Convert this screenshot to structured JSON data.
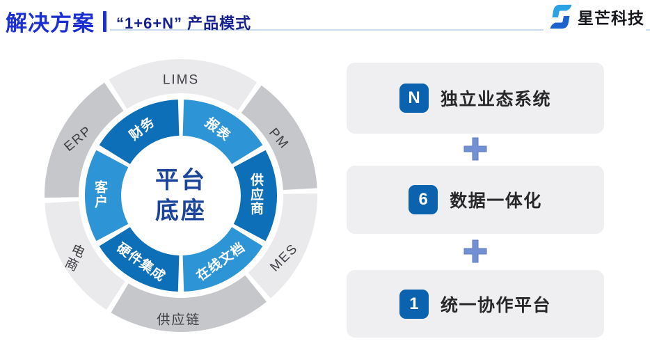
{
  "header": {
    "title": "解决方案",
    "subtitle": "“1+6+N” 产品模式",
    "logo_text": "星芒科技"
  },
  "colors": {
    "header_primary": "#1c2fd0",
    "header_secondary": "#16208f",
    "header_underline": "#c9d9ef",
    "wheel_blue_dark": "#0d6fb8",
    "wheel_blue_light": "#2d95d5",
    "wheel_gray_light": "#eaeaed",
    "wheel_gray_dark": "#c6c7cb",
    "center_text": "#1b459b",
    "badge_bg": "#0b63b0",
    "plus": "#7390d3",
    "box_bg": "#efeff1",
    "box_text": "#27272a"
  },
  "wheel": {
    "center": {
      "line1": "平台",
      "line2": "底座"
    },
    "outer_ring": [
      {
        "id": "lims",
        "label": "LIMS",
        "from": -33,
        "to": 35,
        "shade": "gray-light",
        "label_angle": 0,
        "label_radius": 165,
        "rotate": 0
      },
      {
        "id": "pm",
        "label": "PM",
        "from": 35,
        "to": 88,
        "shade": "gray-dark",
        "label_angle": 60,
        "label_radius": 162,
        "rotate": 50
      },
      {
        "id": "mes",
        "label": "MES",
        "from": 88,
        "to": 140,
        "shade": "gray-light",
        "label_angle": 121,
        "label_radius": 174,
        "rotate": -45
      },
      {
        "id": "supply-chain",
        "label": "供应链",
        "from": 140,
        "to": 212,
        "shade": "gray-dark",
        "label_angle": 181,
        "label_radius": 180,
        "rotate": 0
      },
      {
        "id": "ecommerce",
        "label": "电商",
        "from": 212,
        "to": 268,
        "shade": "gray-light",
        "label_angle": 239,
        "label_radius": 177,
        "rotate": 25,
        "vertical": true
      },
      {
        "id": "erp",
        "label": "ERP",
        "from": 268,
        "to": 327,
        "shade": "gray-dark",
        "label_angle": 299,
        "label_radius": 168,
        "rotate": -40
      }
    ],
    "inner_ring": [
      {
        "id": "reports",
        "label": "报表",
        "from": 0,
        "to": 60,
        "shade": "blue-light",
        "label_angle": 29,
        "label_radius": 108,
        "rotate": 38
      },
      {
        "id": "suppliers",
        "label": "供应商",
        "from": 60,
        "to": 120,
        "shade": "blue-dark",
        "label_angle": 90,
        "label_radius": 110,
        "rotate": 0,
        "vertical": true
      },
      {
        "id": "online-docs",
        "label": "在线文档",
        "from": 120,
        "to": 180,
        "shade": "blue-light",
        "label_angle": 149,
        "label_radius": 112,
        "rotate": -35
      },
      {
        "id": "hardware-integration",
        "label": "硬件集成",
        "from": 180,
        "to": 240,
        "shade": "blue-dark",
        "label_angle": 211,
        "label_radius": 113,
        "rotate": 35
      },
      {
        "id": "customers",
        "label": "客户",
        "from": 240,
        "to": 300,
        "shade": "blue-light",
        "label_angle": 270,
        "label_radius": 114,
        "rotate": 0,
        "vertical": true
      },
      {
        "id": "finance",
        "label": "财务",
        "from": 300,
        "to": 360,
        "shade": "blue-dark",
        "label_angle": 330,
        "label_radius": 110,
        "rotate": -38
      }
    ]
  },
  "stack": {
    "items": [
      {
        "badge": "N",
        "label": "独立业态系统"
      },
      {
        "badge": "6",
        "label": "数据一体化"
      },
      {
        "badge": "1",
        "label": "统一协作平台"
      }
    ],
    "plus": "+"
  }
}
